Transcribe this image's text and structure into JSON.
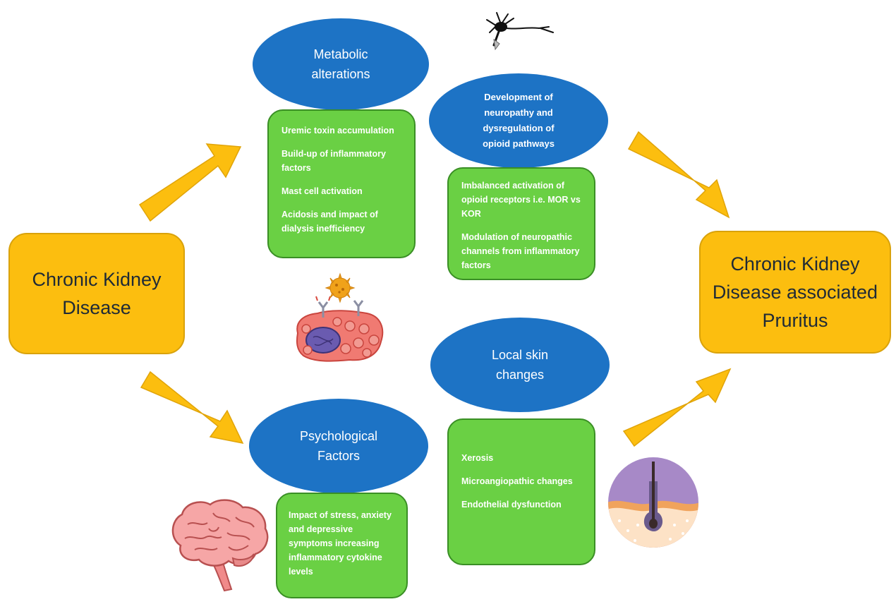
{
  "nodes": {
    "ckd": "Chronic Kidney\nDisease",
    "ckd_pruritus": "Chronic Kidney\nDisease associated\nPruritus",
    "metabolic": {
      "title": "Metabolic\nalterations",
      "items": [
        "Uremic toxin accumulation",
        "Build-up of inflammatory factors",
        "Mast cell activation",
        "Acidosis and impact of dialysis inefficiency"
      ]
    },
    "neuropathy": {
      "title": "Development of\nneuropathy and\ndysregulation of\nopioid pathways",
      "items": [
        "Imbalanced activation of opioid receptors i.e. MOR vs KOR",
        "Modulation of neuropathic channels from inflammatory factors"
      ]
    },
    "psychological": {
      "title": "Psychological\nFactors",
      "items": [
        "Impact of stress, anxiety and depressive symptoms increasing inflammatory cytokine levels"
      ]
    },
    "skin": {
      "title": "Local skin\nchanges",
      "items": [
        "Xerosis",
        "Microangiopathic changes",
        "Endothelial dysfunction"
      ]
    }
  },
  "colors": {
    "yellow": "#fcbe0f",
    "blue": "#1d73c5",
    "green": "#6ad044",
    "arrow": "#fcbe0f"
  },
  "icons": [
    "neuron-icon",
    "mast-cell-icon",
    "brain-icon",
    "hair-follicle-icon"
  ]
}
